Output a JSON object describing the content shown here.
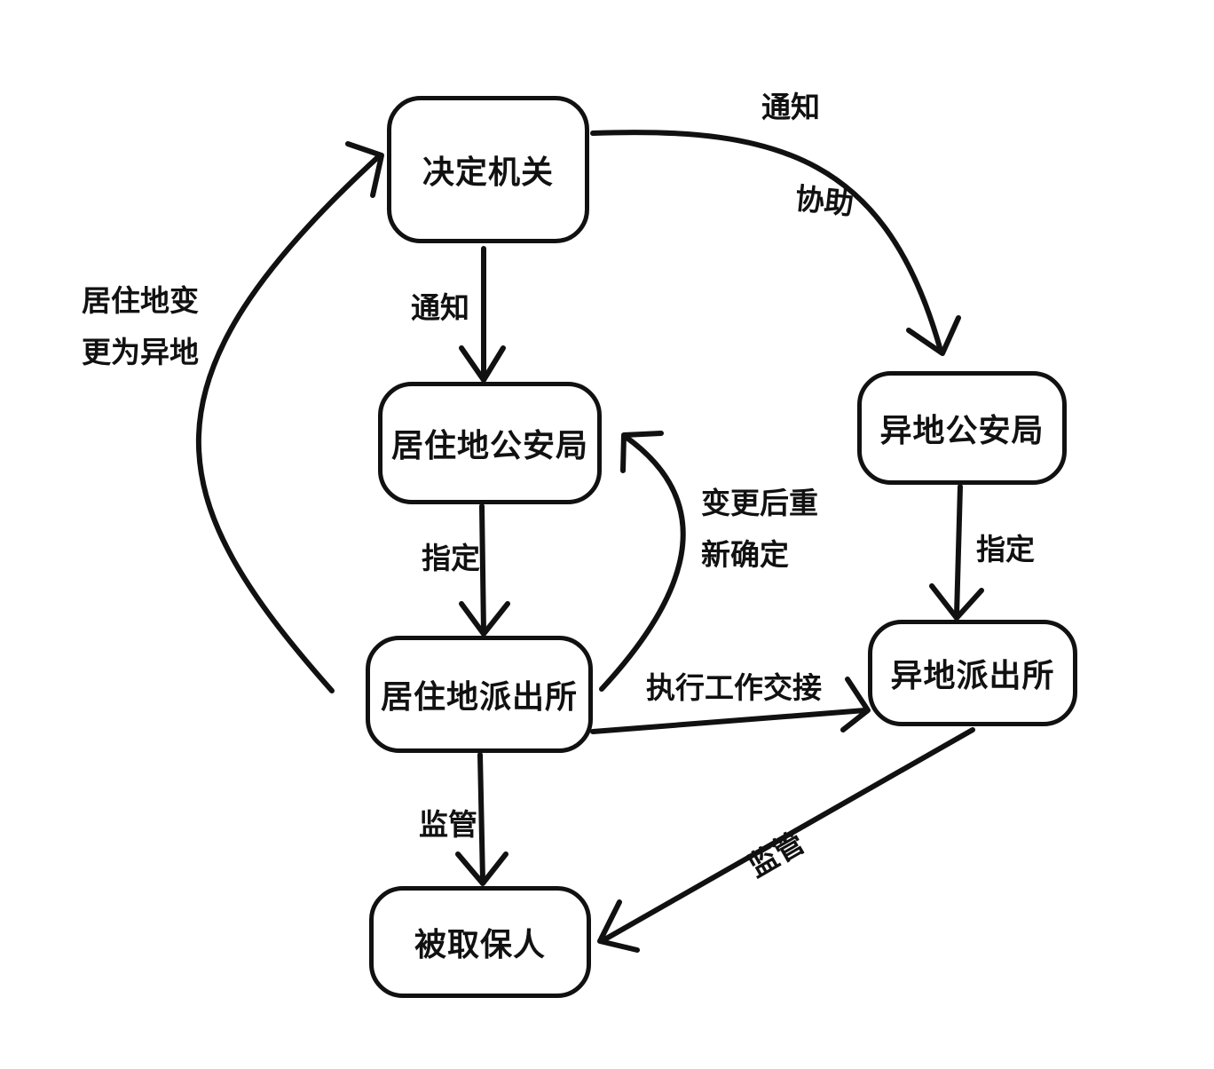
{
  "nodes": {
    "decision_authority": "决定机关",
    "residence_police_bureau": "居住地公安局",
    "residence_police_station": "居住地派出所",
    "remote_police_bureau": "异地公安局",
    "remote_police_station": "异地派出所",
    "bailee": "被取保人"
  },
  "edges": {
    "decision_to_residence_bureau": "通知",
    "decision_to_remote_bureau_1": "通知",
    "decision_to_remote_bureau_2": "协助",
    "residence_bureau_to_station": "指定",
    "remote_bureau_to_station": "指定",
    "station_to_residence_bureau_1": "变更后重",
    "station_to_residence_bureau_2": "新确定",
    "station_to_decision_1": "居住地变",
    "station_to_decision_2": "更为异地",
    "handover": "执行工作交接",
    "residence_station_supervise": "监管",
    "remote_station_supervise": "监管"
  }
}
